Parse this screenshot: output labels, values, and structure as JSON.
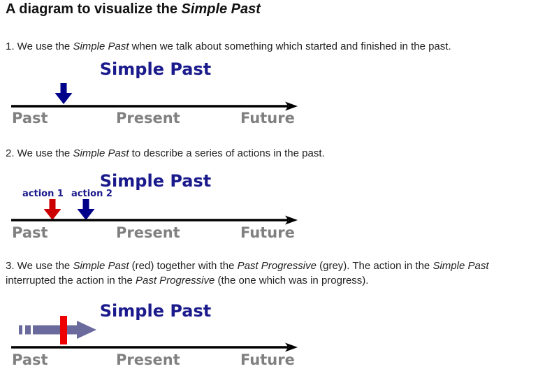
{
  "document": {
    "heading": {
      "prefix": "A diagram to visualize the ",
      "emphasis": "Simple Past"
    }
  },
  "paragraphs": {
    "p1": {
      "parts": [
        "1. We use the ",
        "Simple Past",
        " when we talk about something which started and finished in the past."
      ]
    },
    "p2": {
      "parts": [
        "2. We use the ",
        "Simple Past",
        " to describe a series of actions in the past."
      ]
    },
    "p3": {
      "parts": [
        "3. We use the ",
        "Simple Past",
        " (red) together with the ",
        "Past Progressive",
        " (grey). The action in the ",
        "Simple Past",
        " interrupted the action in the ",
        "Past Progressive",
        " (the one which was in progress)."
      ]
    }
  },
  "diagrams": {
    "d1": {
      "title": "Simple Past",
      "labels": {
        "past": "Past",
        "present": "Present",
        "future": "Future"
      },
      "icons": [
        "blue-down-arrow",
        "timeline-arrow"
      ]
    },
    "d2": {
      "title": "Simple Past",
      "action1_label": "action 1",
      "action2_label": "action 2",
      "labels": {
        "past": "Past",
        "present": "Present",
        "future": "Future"
      },
      "icons": [
        "red-down-arrow",
        "blue-down-arrow",
        "timeline-arrow"
      ]
    },
    "d3": {
      "title": "Simple Past",
      "labels": {
        "past": "Past",
        "present": "Present",
        "future": "Future"
      },
      "icons": [
        "past-progressive-arrow",
        "interruption-bar",
        "timeline-arrow"
      ]
    }
  },
  "colors": {
    "diagram_title_navy": "#1a1a8c",
    "arrow_navy": "#00008b",
    "arrow_red": "#cc0000",
    "interruption_red": "#ee0000",
    "progressive_slate": "#6a6a9d",
    "timeline_black": "#000000",
    "label_grey": "#808080"
  }
}
